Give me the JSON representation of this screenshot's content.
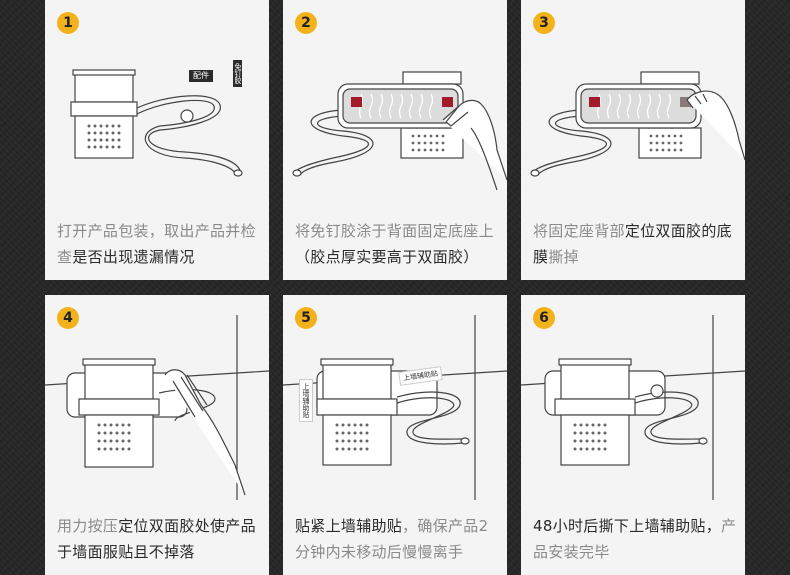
{
  "steps": [
    {
      "number": "1",
      "caption_parts": [
        {
          "text": "打开产品包装，取出产品并检查",
          "dark": false
        },
        {
          "text": "是否出现遗漏情况",
          "dark": true
        }
      ],
      "labels": {
        "parts": "配件",
        "glue": "免钉胶"
      }
    },
    {
      "number": "2",
      "caption_parts": [
        {
          "text": "将免钉胶涂于背面固定底座上",
          "dark": false
        },
        {
          "text": "（胶点厚实要高于双面胶）",
          "dark": true
        }
      ]
    },
    {
      "number": "3",
      "caption_parts": [
        {
          "text": "将固定座背部",
          "dark": false
        },
        {
          "text": "定位双面胶的底膜",
          "dark": true
        },
        {
          "text": "撕掉",
          "dark": false
        }
      ]
    },
    {
      "number": "4",
      "caption_parts": [
        {
          "text": "用力按压",
          "dark": false
        },
        {
          "text": "定位双面胶处使产品于墙面服贴且不掉落",
          "dark": true
        }
      ]
    },
    {
      "number": "5",
      "caption_parts": [
        {
          "text": "贴紧上墙辅助贴",
          "dark": true
        },
        {
          "text": "，确保产品2分钟内未移动后慢慢离手",
          "dark": false
        }
      ],
      "labels": {
        "wall_sticker": "上墙辅助贴"
      }
    },
    {
      "number": "6",
      "caption_parts": [
        {
          "text": "48小时后撕下",
          "dark": true
        },
        {
          "text": "上墙辅助贴，",
          "dark": true
        },
        {
          "text": "产品安装完毕",
          "dark": false
        }
      ]
    }
  ],
  "colors": {
    "badge": "#f3b21c",
    "background": "#262626",
    "card": "#f4f4f4",
    "text_light": "#8a8a8a",
    "text_dark": "#2a2a2a",
    "adhesive": "#a31b2a"
  }
}
